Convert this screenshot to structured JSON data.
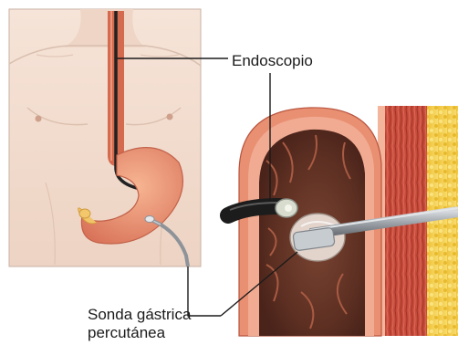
{
  "labels": {
    "endoscope": "Endoscopio",
    "peg_line1": "Sonda gástrica",
    "peg_line2": "percutánea"
  },
  "colors": {
    "skin": "#f3ddd0",
    "stomach": "#f2a07a",
    "muscle": "#c8503f",
    "fat": "#f4cf4a",
    "mucosa": "#8a4a34",
    "tube": "#9aa0a6",
    "endoscope_body": "#1c1c1c"
  },
  "icons": [
    "torso-illustration",
    "stomach-cross-section"
  ]
}
